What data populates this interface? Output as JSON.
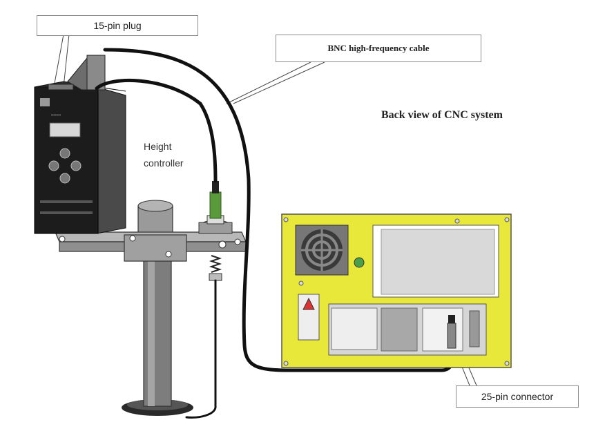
{
  "labels": {
    "plug_15pin": "15-pin plug",
    "bnc_cable": "BNC high-frequency cable",
    "cnc_back_view": "Back view of CNC system",
    "height_controller_line1": "Height",
    "height_controller_line2": "controller",
    "connector_25pin": "25-pin connector"
  },
  "colors": {
    "panel_yellow": "#e8e83a",
    "controller_black": "#1c1c1c",
    "cable_black": "#111111",
    "sensor_green": "#5a9a3a",
    "metal_gray": "#8c8c8c",
    "callout_border": "#8a8a8a"
  }
}
